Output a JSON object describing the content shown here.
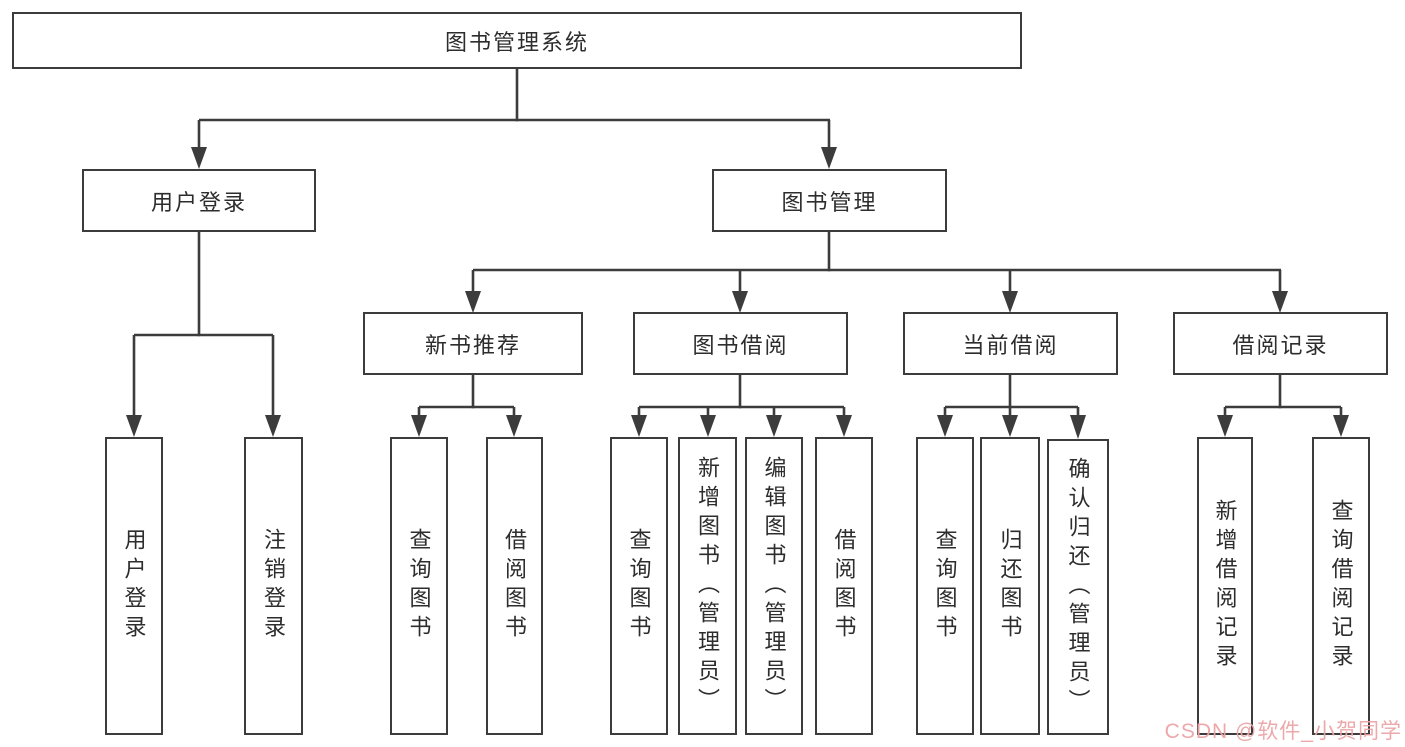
{
  "root_label": "图书管理系统",
  "branches": [
    {
      "label": "用户登录",
      "leaves": [
        "用户登录",
        "注销登录"
      ]
    },
    {
      "label": "图书管理",
      "groups": [
        {
          "label": "新书推荐",
          "leaves": [
            "查询图书",
            "借阅图书"
          ]
        },
        {
          "label": "图书借阅",
          "leaves": [
            "查询图书",
            "新增图书（管理员）",
            "编辑图书（管理员）",
            "借阅图书"
          ]
        },
        {
          "label": "当前借阅",
          "leaves": [
            "查询图书",
            "归还图书",
            "确认归还（管理员）"
          ]
        },
        {
          "label": "借阅记录",
          "leaves": [
            "新增借阅记录",
            "查询借阅记录"
          ]
        }
      ]
    }
  ],
  "watermark": "CSDN @软件_小贺同学",
  "colors": {
    "line": "#3c3c3c",
    "box_border": "#3c3c3c",
    "text": "#2d2d2d",
    "watermark": "#eca4a6",
    "background": "#ffffff"
  }
}
